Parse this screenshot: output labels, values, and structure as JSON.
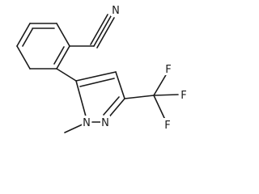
{
  "structure": {
    "atom_labels": {
      "nitrile_n": "N",
      "ring_n1": "N",
      "ring_n2": "N",
      "fluorine_1": "F",
      "fluorine_2": "F",
      "fluorine_3": "F"
    }
  }
}
